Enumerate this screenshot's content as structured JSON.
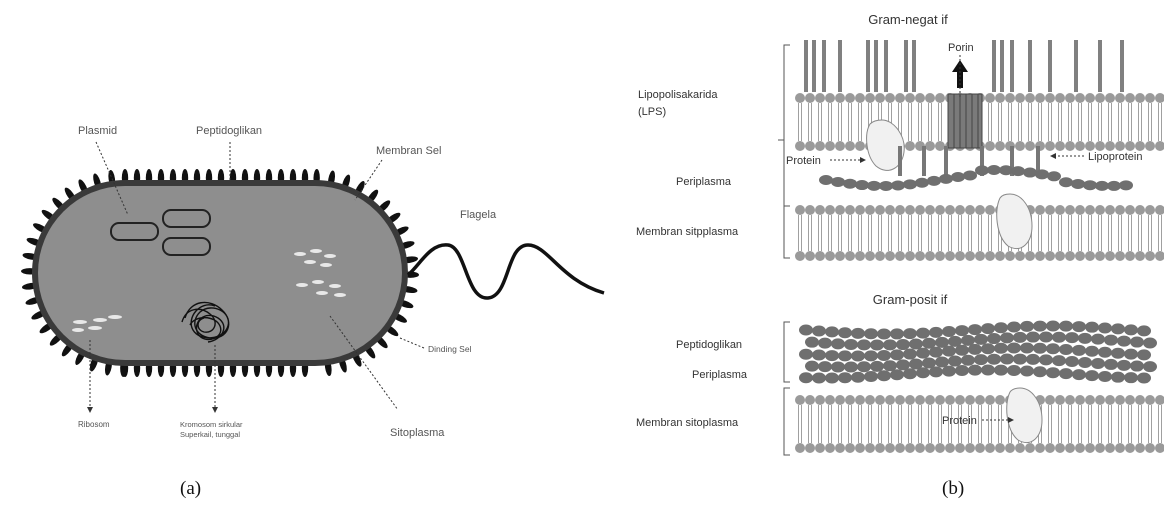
{
  "panel_a": {
    "labels": {
      "plasmid": "Plasmid",
      "peptidoglycan": "Peptidoglikan",
      "cell_membrane": "Membran Sel",
      "flagella": "Flagela",
      "cell_wall": "Dinding Sel",
      "cytoplasm": "Sitoplasma",
      "ribosome": "Ribosom",
      "chromosome_line1": "Kromosom sirkular",
      "chromosome_line2": "Superkail, tunggal"
    },
    "caption": "(a)"
  },
  "panel_b": {
    "gram_negative": {
      "title": "Gram-negat if",
      "lps_line1": "Lipopolisakarida",
      "lps_line2": "(LPS)",
      "porin": "Porin",
      "protein": "Protein",
      "lipoprotein": "Lipoprotein",
      "periplasm": "Periplasma",
      "cytoplasmic_membrane": "Membran sitpplasma"
    },
    "gram_positive": {
      "title": "Gram-posit if",
      "peptidoglycan": "Peptidoglikan",
      "periplasm": "Periplasma",
      "cytoplasmic_membrane": "Membran sitoplasma",
      "protein": "Protein"
    },
    "caption": "(b)"
  },
  "colors": {
    "cell_body": "#8e8e8e",
    "cell_wall_spikes": "#111111",
    "lipid_heads": "#9a9a9a",
    "peptidoglycan_blobs": "#6f6f6f",
    "lps_chains": "#808080"
  }
}
